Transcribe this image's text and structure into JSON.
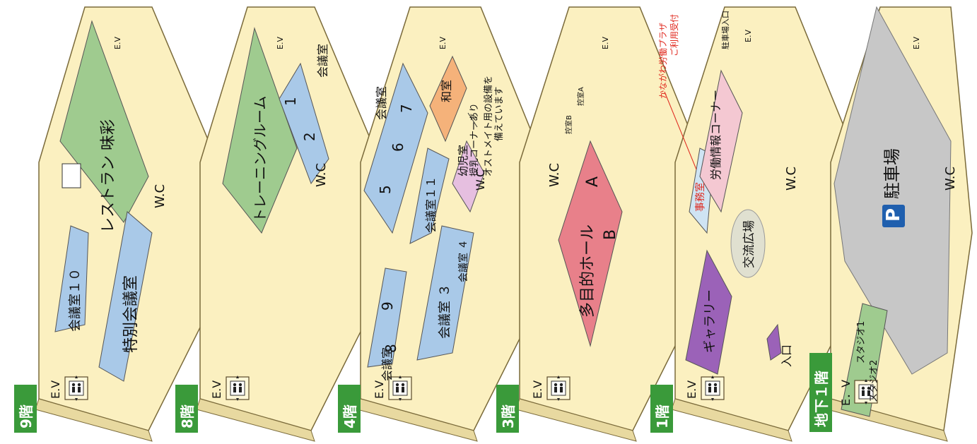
{
  "floors": [
    {
      "id": "f9",
      "badge": "9階",
      "ev": "E.V",
      "rooms": [
        {
          "id": "restaurant",
          "label": "レストラン 味彩",
          "color": "#9fcb8f"
        },
        {
          "id": "conf10",
          "label": "会議室１０",
          "color": "#a9c9e8"
        },
        {
          "id": "special",
          "label": "特別会議室",
          "color": "#a9c9e8"
        },
        {
          "id": "wc",
          "label": "W.C"
        },
        {
          "id": "ev2",
          "label": "E.V"
        }
      ]
    },
    {
      "id": "f8",
      "badge": "8階",
      "ev": "E.V",
      "rooms": [
        {
          "id": "training",
          "label": "トレーニングルーム",
          "color": "#9fcb8f"
        },
        {
          "id": "conf",
          "label": "会議室",
          "color": "#a9c9e8"
        },
        {
          "id": "c1",
          "label": "1"
        },
        {
          "id": "c2",
          "label": "2"
        },
        {
          "id": "wc",
          "label": "W.C"
        },
        {
          "id": "ev2",
          "label": "E.V"
        }
      ]
    },
    {
      "id": "f4",
      "badge": "4階",
      "ev": "E.V",
      "rooms": [
        {
          "id": "conf_top",
          "label": "会議室",
          "color": "#a9c9e8"
        },
        {
          "id": "c5",
          "label": "5"
        },
        {
          "id": "c6",
          "label": "6"
        },
        {
          "id": "c7",
          "label": "7"
        },
        {
          "id": "c11",
          "label": "会議室１１"
        },
        {
          "id": "c3",
          "label": "会議室 ３"
        },
        {
          "id": "c4",
          "label": "会議室 ４"
        },
        {
          "id": "c8",
          "label": "8"
        },
        {
          "id": "c9",
          "label": "9"
        },
        {
          "id": "conf_bottom",
          "label": "会議室"
        },
        {
          "id": "washitsu",
          "label": "和室",
          "color": "#f5b27a"
        },
        {
          "id": "nursery",
          "label": "幼児室",
          "color": "#e6bfe0"
        },
        {
          "id": "wc",
          "label": "W.C"
        },
        {
          "id": "ev2",
          "label": "E.V"
        }
      ],
      "notes": [
        "授乳コーナーあり",
        "オストメイト用の設備を",
        "備えています"
      ]
    },
    {
      "id": "f3",
      "badge": "3階",
      "ev": "E.V",
      "rooms": [
        {
          "id": "hall",
          "label": "多目的ホール",
          "color": "#e8808a"
        },
        {
          "id": "hallA",
          "label": "A"
        },
        {
          "id": "hallB",
          "label": "B"
        },
        {
          "id": "wc",
          "label": "W.C"
        },
        {
          "id": "ev2",
          "label": "E.V"
        },
        {
          "id": "ctrlA",
          "label": "控室A"
        },
        {
          "id": "ctrlB",
          "label": "控室B"
        }
      ]
    },
    {
      "id": "f1",
      "badge": "1階",
      "ev": "E.V",
      "rooms": [
        {
          "id": "gallery",
          "label": "ギャラリー",
          "color": "#9b62b8"
        },
        {
          "id": "plaza",
          "label": "交流広場"
        },
        {
          "id": "office",
          "label": "事務室",
          "color": "#cfe4f3"
        },
        {
          "id": "labor",
          "label": "労働情報コーナー",
          "color": "#f4c8d2"
        },
        {
          "id": "entrance",
          "label": "入口"
        },
        {
          "id": "wc",
          "label": "W.C"
        },
        {
          "id": "ev2",
          "label": "E.V"
        },
        {
          "id": "parking_entry",
          "label": "駐車場入口"
        }
      ],
      "notes": [
        "かながわ労働プラザ",
        "ご利用受付"
      ]
    },
    {
      "id": "fb1",
      "badge": "地下１階",
      "ev": "E．V",
      "rooms": [
        {
          "id": "parking",
          "label": "駐車場",
          "color": "#c7c7c7"
        },
        {
          "id": "p_icon",
          "label": "P"
        },
        {
          "id": "studio1",
          "label": "スタジオ1",
          "color": "#9fcb8f"
        },
        {
          "id": "studio2",
          "label": "スタジオ2",
          "color": "#9fcb8f"
        },
        {
          "id": "wc",
          "label": "W.C"
        },
        {
          "id": "ev2",
          "label": "E.V"
        }
      ]
    }
  ],
  "colors": {
    "floor_fill": "#fbf0c0",
    "floor_edge": "#7a6a3a",
    "badge": "#3a9a3a",
    "note_red": "#e0281e"
  }
}
